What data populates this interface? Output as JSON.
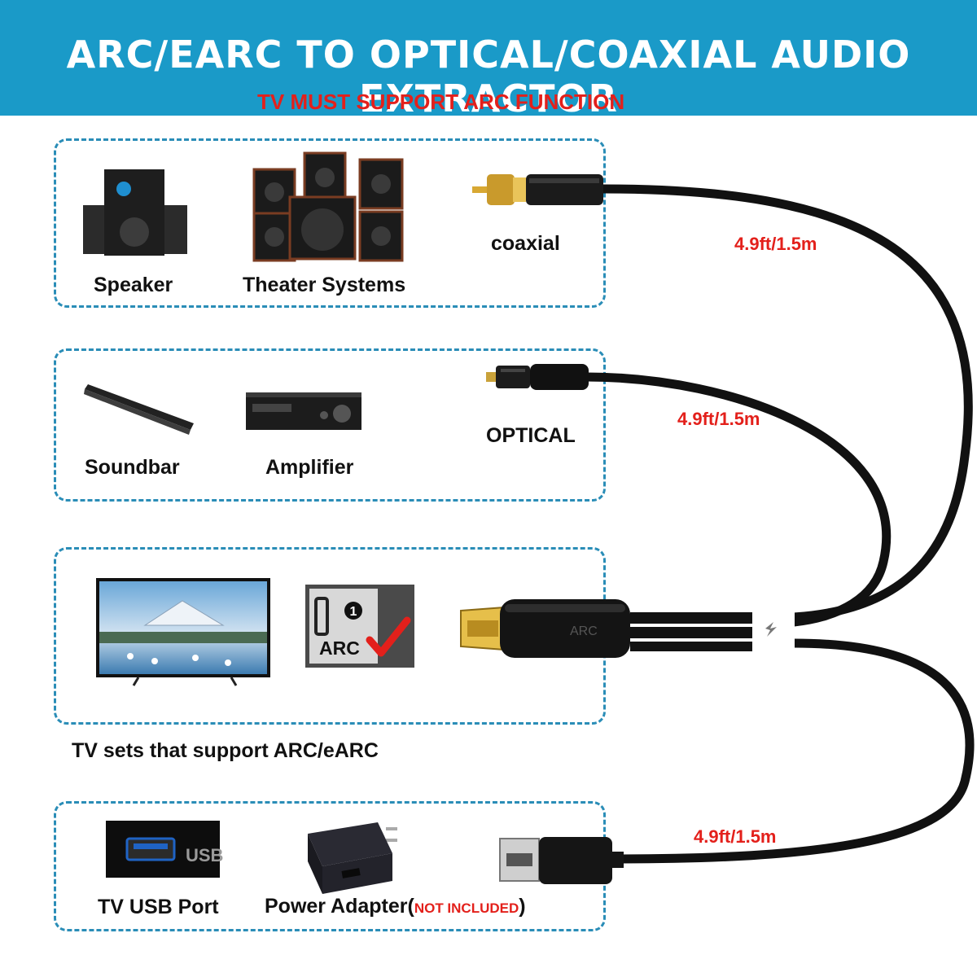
{
  "header": {
    "title": "ARC/EARC TO OPTICAL/COAXIAL AUDIO EXTRACTOR",
    "subtitle": "TV MUST SUPPORT ARC FUNCTION"
  },
  "panel1": {
    "speaker_label": "Speaker",
    "theater_label": "Theater Systems",
    "connector_label": "coaxial",
    "cable_length": "4.9ft/1.5m"
  },
  "panel2": {
    "soundbar_label": "Soundbar",
    "amplifier_label": "Amplifier",
    "connector_label": "OPTICAL",
    "cable_length": "4.9ft/1.5m"
  },
  "panel3": {
    "caption": "TV sets that support ARC/eARC",
    "port_number": "1",
    "port_label": "ARC",
    "plug_label": "ARC"
  },
  "panel4": {
    "usb_port_label": "TV USB Port",
    "usb_text": "USB",
    "adapter_label": "Power Adapter(",
    "adapter_note": "NOT INCLUDED",
    "adapter_close": ")",
    "cable_length": "4.9ft/1.5m"
  },
  "colors": {
    "header_bg": "#1a9ac8",
    "accent_red": "#e3201b",
    "panel_border": "#2a8db7"
  }
}
